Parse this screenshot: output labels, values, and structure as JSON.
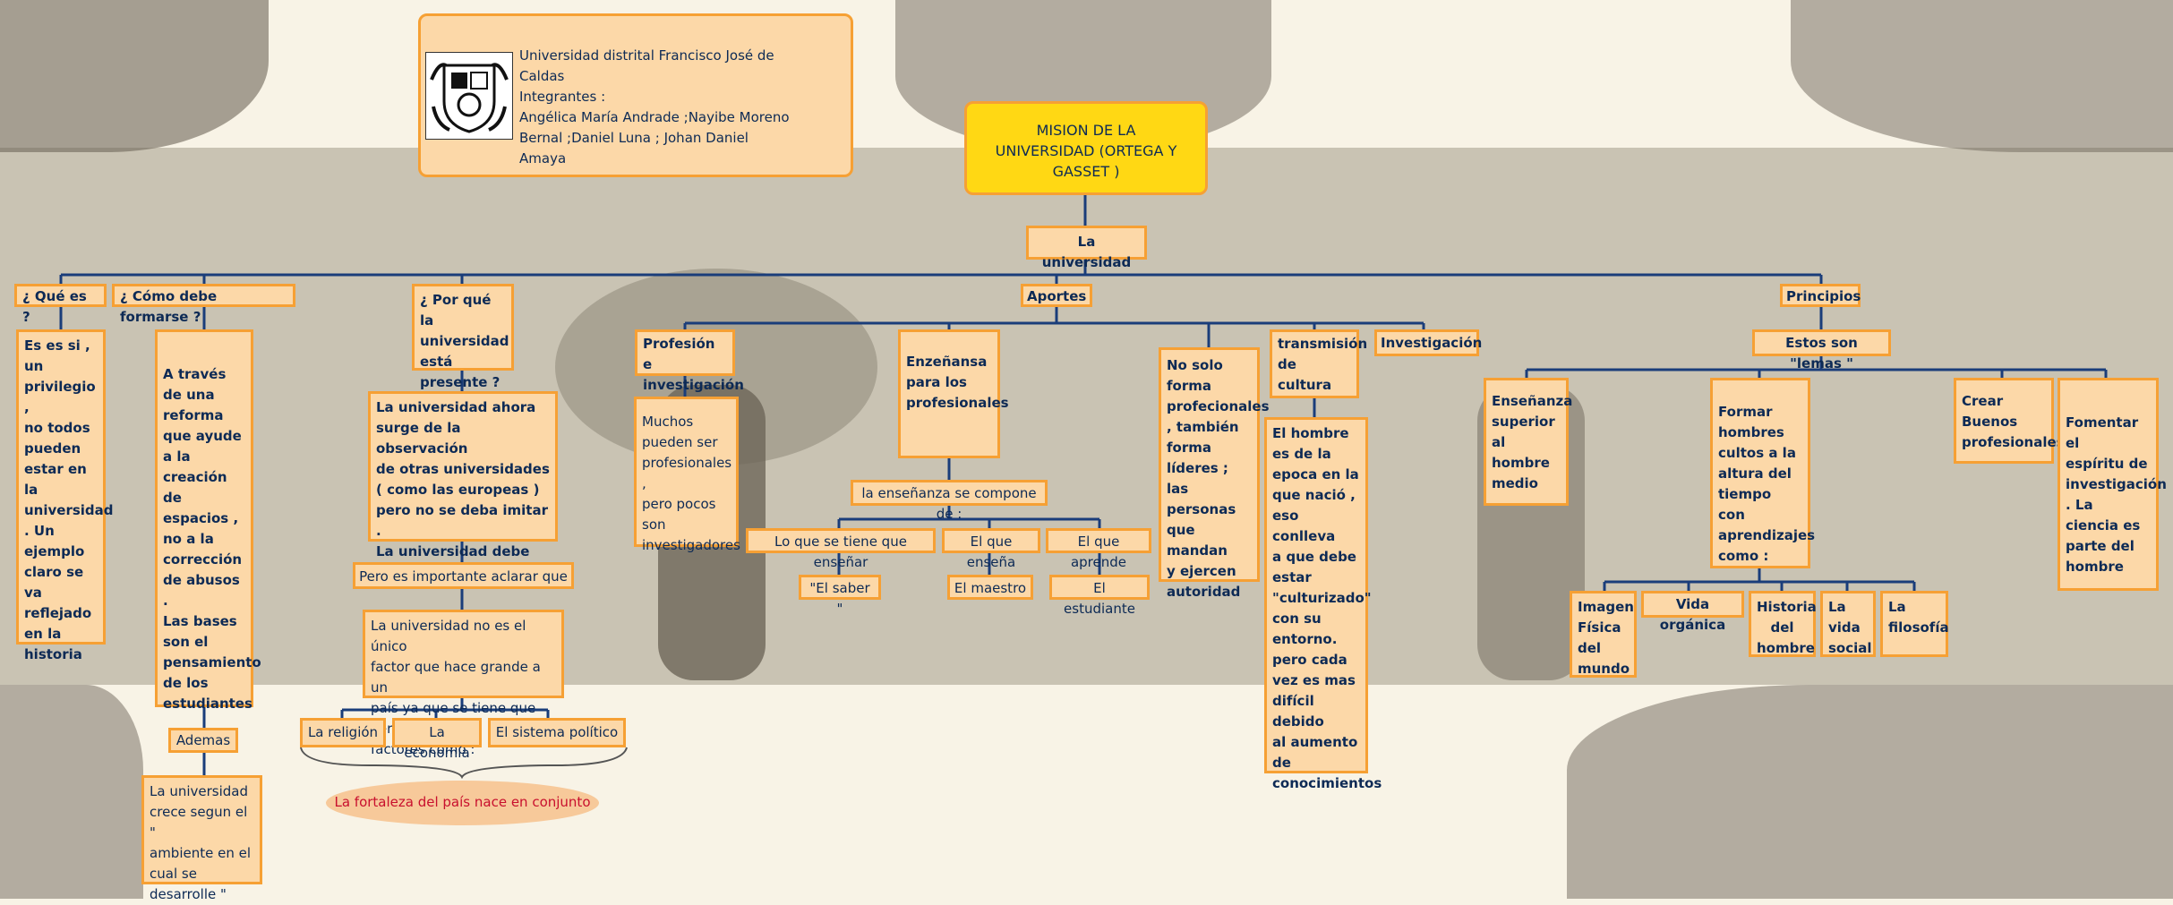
{
  "colors": {
    "node_fill": "#fcd8a8",
    "node_border": "#f6a034",
    "text": "#0d2a55",
    "main_fill": "#ffd814",
    "line": "#1a3d7a",
    "conclusion_text": "#c8102e"
  },
  "title_box": {
    "lines": "Universidad distrital Francisco José de\nCaldas\nIntegrantes :\nAngélica María Andrade ;Nayibe Moreno\nBernal ;Daniel Luna ; Johan Daniel\nAmaya",
    "logo_icon": "university-crest-icon"
  },
  "main_topic": "MISION DE LA\nUNIVERSIDAD (ORTEGA Y\nGASSET )",
  "central_node": "La universidad",
  "que_es": {
    "question": "¿ Qué es ?",
    "answer": "Es es si ,\nun\nprivilegio ,\nno todos\npueden\nestar en\nla\nuniversidad\n. Un\nejemplo\nclaro se\nva\nreflejado\nen la\nhistoria"
  },
  "como_formarse": {
    "question": "¿ Cómo debe formarse ?",
    "answer": "A través\nde una\nreforma\nque ayude\na la\ncreación de\nespacios ,\nno a la\ncorrección\nde abusos .\nLas bases\nson el\npensamiento\nde los\nestudiantes",
    "connector": "Ademas",
    "detail": "La universidad\ncrece segun el \"\nambiente en el\ncual se\ndesarrolle \""
  },
  "por_que": {
    "question": "¿ Por qué la\nuniversidad\nestá\npresente ?",
    "answer": "La universidad ahora\nsurge de la observación\nde otras universidades\n( como las europeas )\npero no se deba imitar .\nLa universidad debe\nsurgir por si sola",
    "connector": "Pero es importante aclarar que",
    "detail": "La universidad no es el único\nfactor que hace grande a un\npaís ya que se tiene que ver\nfactores como :",
    "factors": [
      "La religión",
      "La economía",
      "El sistema político"
    ],
    "conclusion": "La fortaleza del país nace en conjunto"
  },
  "aportes": {
    "label": "Aportes",
    "profesion": {
      "label": "Profesión e\ninvestigación",
      "detail": "Muchos\npueden ser\nprofesionales ,\n pero pocos\nson\ninvestigadores"
    },
    "ensenanza": {
      "label": "Enzeñansa\npara los\nprofesionales",
      "connector": "la enseñanza se compone de :",
      "components": [
        {
          "label": "Lo que se tiene que enseñar",
          "child": "\"El saber \""
        },
        {
          "label": "El que enseña",
          "child": "El maestro"
        },
        {
          "label": "El que aprende",
          "child": "El estudiante"
        }
      ]
    },
    "no_solo": "No solo\nforma\nprofecionales\n, también\nforma\nlíderes ; las\npersonas\nque mandan\ny ejercen\nautoridad",
    "transmision": {
      "label": "transmisión\nde\ncultura",
      "detail": "El hombre\nes de la\nepoca en la\nque nació ,\neso conlleva\na que debe\nestar\n\"culturizado\"\ncon su\nentorno.\npero cada\nvez es mas\ndifícil debido\nal aumento\nde\nconocimientos"
    },
    "investigacion": "Investigación"
  },
  "principios": {
    "label": "Principios",
    "lemas": "Estos son \"lemas \"",
    "items": [
      "Enseñanza\nsuperior\nal\nhombre\nmedio",
      "Formar\nhombres\ncultos a la\naltura del\ntiempo con\naprendizajes\ncomo :",
      "Crear\nBuenos\nprofesionales",
      "Fomentar el\nespíritu de\ninvestigación\n. La\nciencia es\nparte del\nhombre"
    ],
    "aprendizajes": [
      "Imagen\nFísica\ndel\nmundo",
      "Vida orgánica",
      "Historia\ndel\nhombre",
      "La\nvida\nsocial",
      "La\nfilosofía"
    ]
  }
}
